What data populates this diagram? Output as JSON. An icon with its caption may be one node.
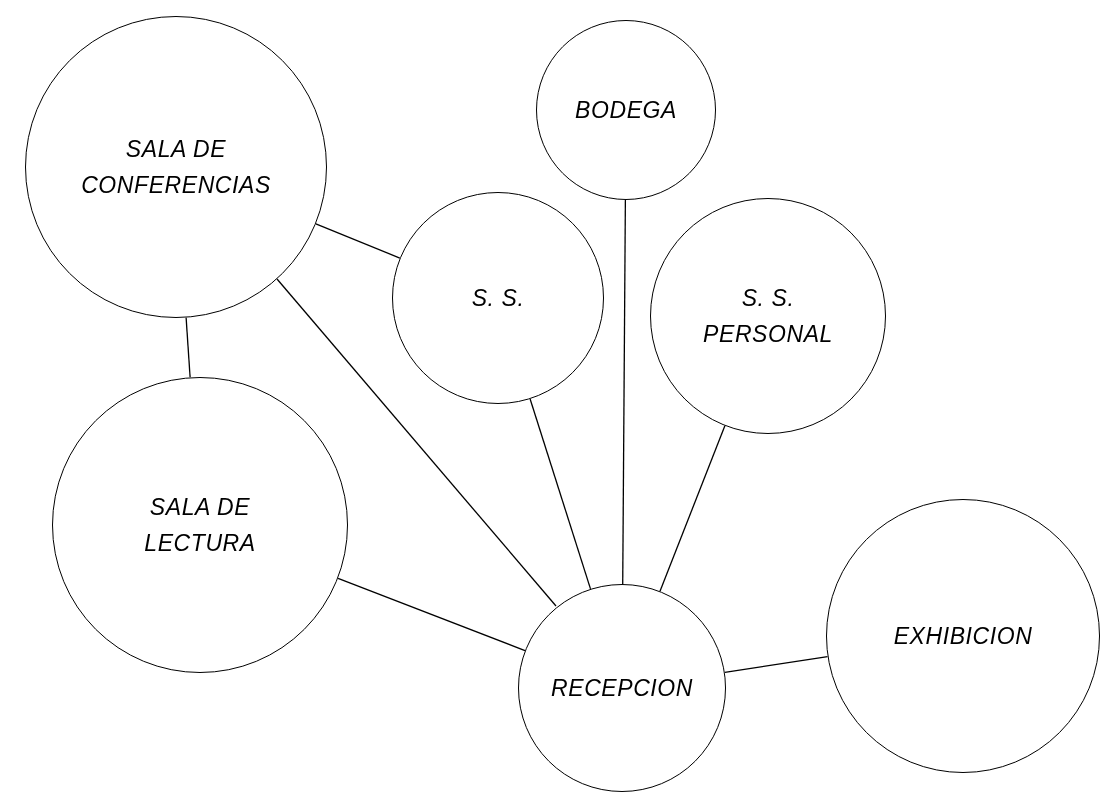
{
  "diagram": {
    "nodes": [
      {
        "text": [
          "SALA DE CONFERENCIAS"
        ]
      },
      {
        "text": [
          "BODEGA"
        ]
      },
      {
        "text": [
          "S. S."
        ]
      },
      {
        "text": [
          "S. S. PERSONAL"
        ]
      },
      {
        "text": [
          "SALA DE LECTURA"
        ]
      },
      {
        "text": [
          "RECEPCION"
        ]
      },
      {
        "text": [
          "EXHIBICION"
        ]
      }
    ],
    "edges": [
      {
        "from": 0,
        "to": 2,
        "arrow": "none"
      },
      {
        "from": 0,
        "to": 4,
        "arrow": "none"
      },
      {
        "from": 0,
        "to": 5,
        "arrow": "none"
      },
      {
        "from": 2,
        "to": 5,
        "arrow": "none"
      },
      {
        "from": 1,
        "to": 5,
        "arrow": "none"
      },
      {
        "from": 3,
        "to": 5,
        "arrow": "none"
      },
      {
        "from": 4,
        "to": 5,
        "arrow": "none"
      },
      {
        "from": 5,
        "to": 6,
        "arrow": "none"
      }
    ]
  }
}
